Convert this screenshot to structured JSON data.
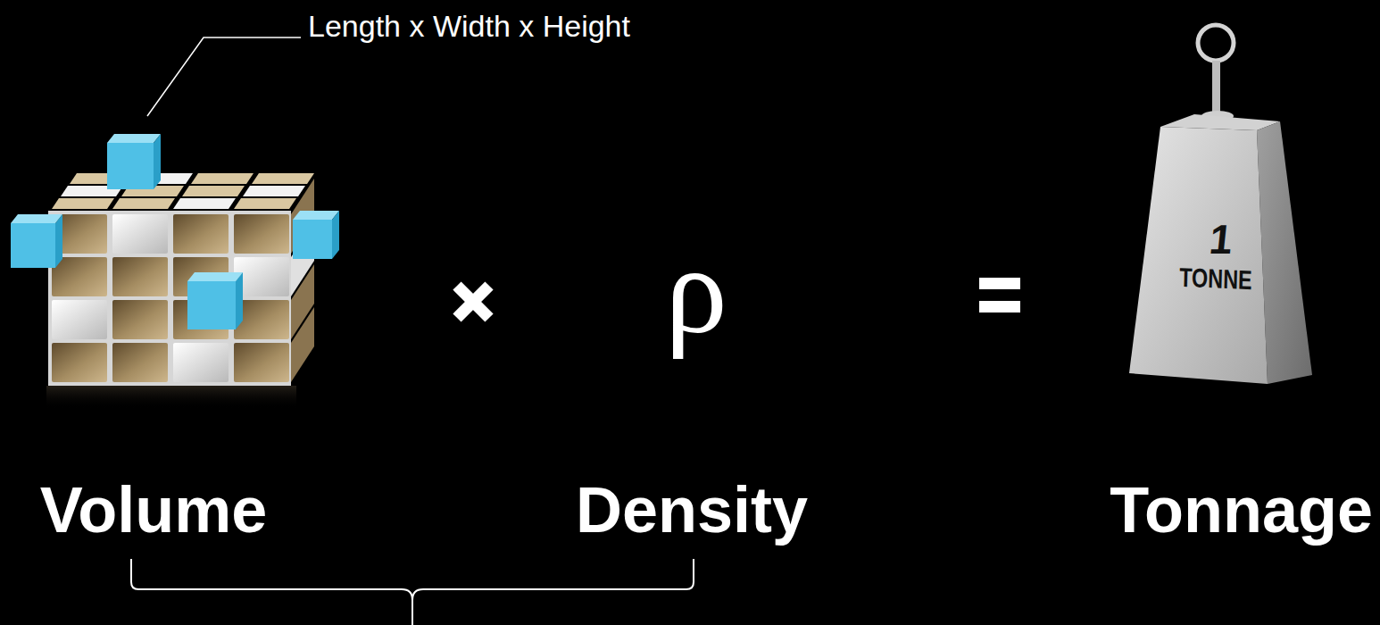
{
  "diagram": {
    "labels": [
      "Length x Width x Height",
      "ρ",
      "1",
      "TONNE",
      "Volume",
      "Density",
      "Tonnage"
    ]
  }
}
